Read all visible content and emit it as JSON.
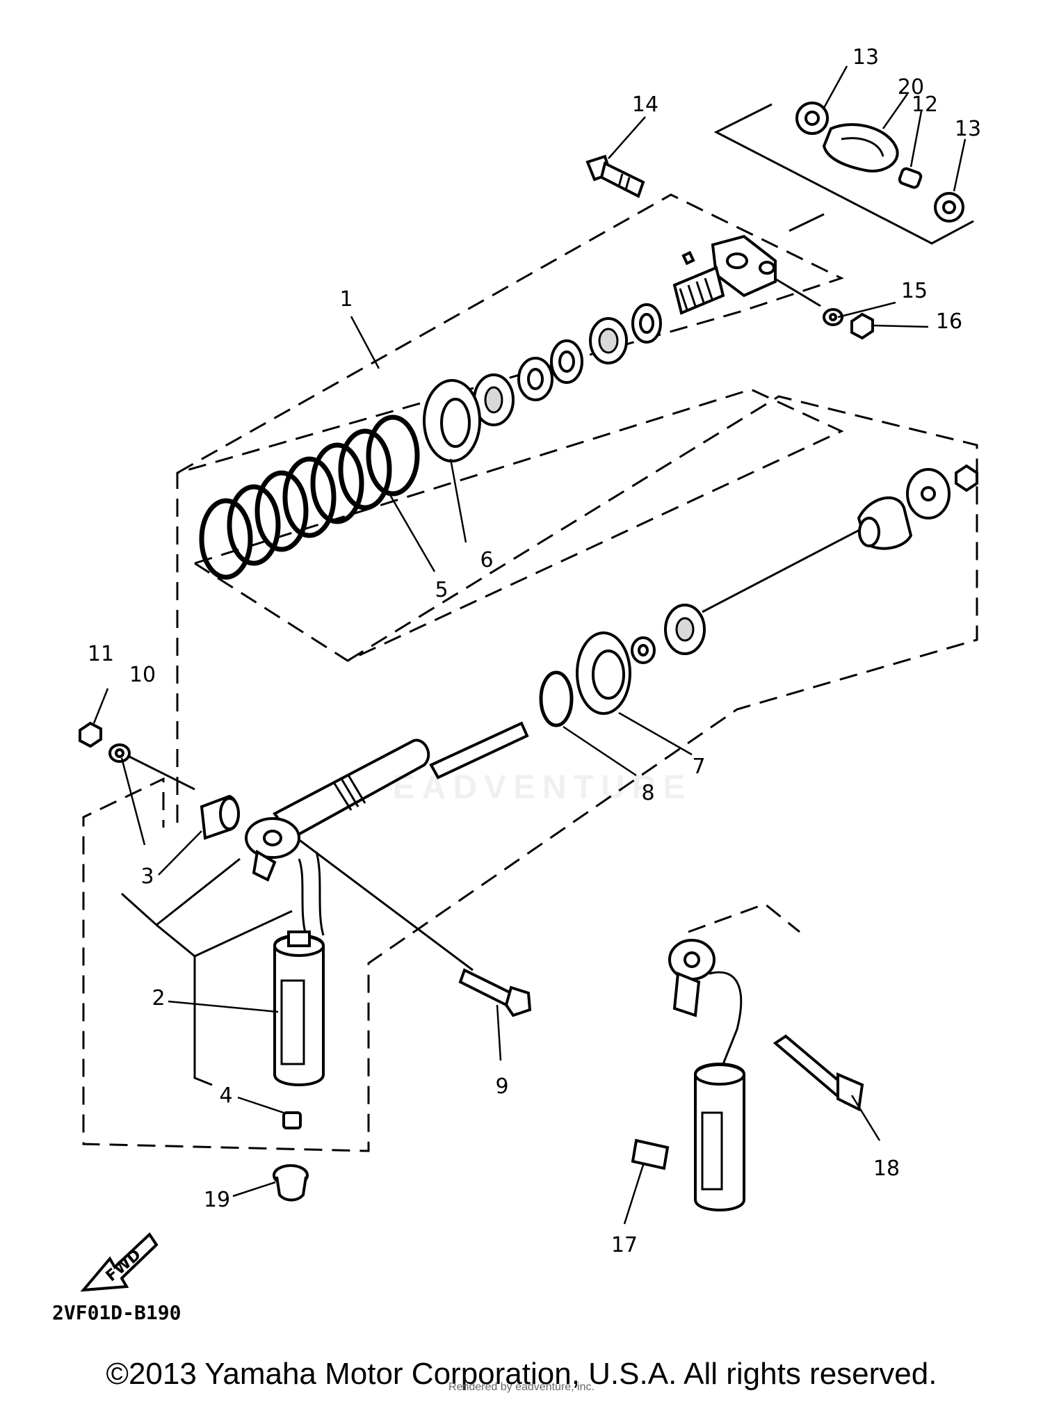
{
  "diagram": {
    "callouts": [
      {
        "id": "c1",
        "text": "1"
      },
      {
        "id": "c2",
        "text": "2"
      },
      {
        "id": "c3",
        "text": "3"
      },
      {
        "id": "c4",
        "text": "4"
      },
      {
        "id": "c5",
        "text": "5"
      },
      {
        "id": "c6",
        "text": "6"
      },
      {
        "id": "c7",
        "text": "7"
      },
      {
        "id": "c8",
        "text": "8"
      },
      {
        "id": "c9",
        "text": "9"
      },
      {
        "id": "c10",
        "text": "10"
      },
      {
        "id": "c11",
        "text": "11"
      },
      {
        "id": "c12",
        "text": "12"
      },
      {
        "id": "c13a",
        "text": "13"
      },
      {
        "id": "c13b",
        "text": "13"
      },
      {
        "id": "c14",
        "text": "14"
      },
      {
        "id": "c15",
        "text": "15"
      },
      {
        "id": "c16",
        "text": "16"
      },
      {
        "id": "c17",
        "text": "17"
      },
      {
        "id": "c18",
        "text": "18"
      },
      {
        "id": "c19",
        "text": "19"
      },
      {
        "id": "c20",
        "text": "20"
      }
    ],
    "fwd_label": "FWD",
    "drawing_code": "2VF01D-B190"
  },
  "watermark": "EADVENTURE",
  "footer": {
    "copyright": "©2013 Yamaha Motor Corporation, U.S.A. All rights reserved.",
    "credit": "Rendered by eadventure, inc."
  }
}
